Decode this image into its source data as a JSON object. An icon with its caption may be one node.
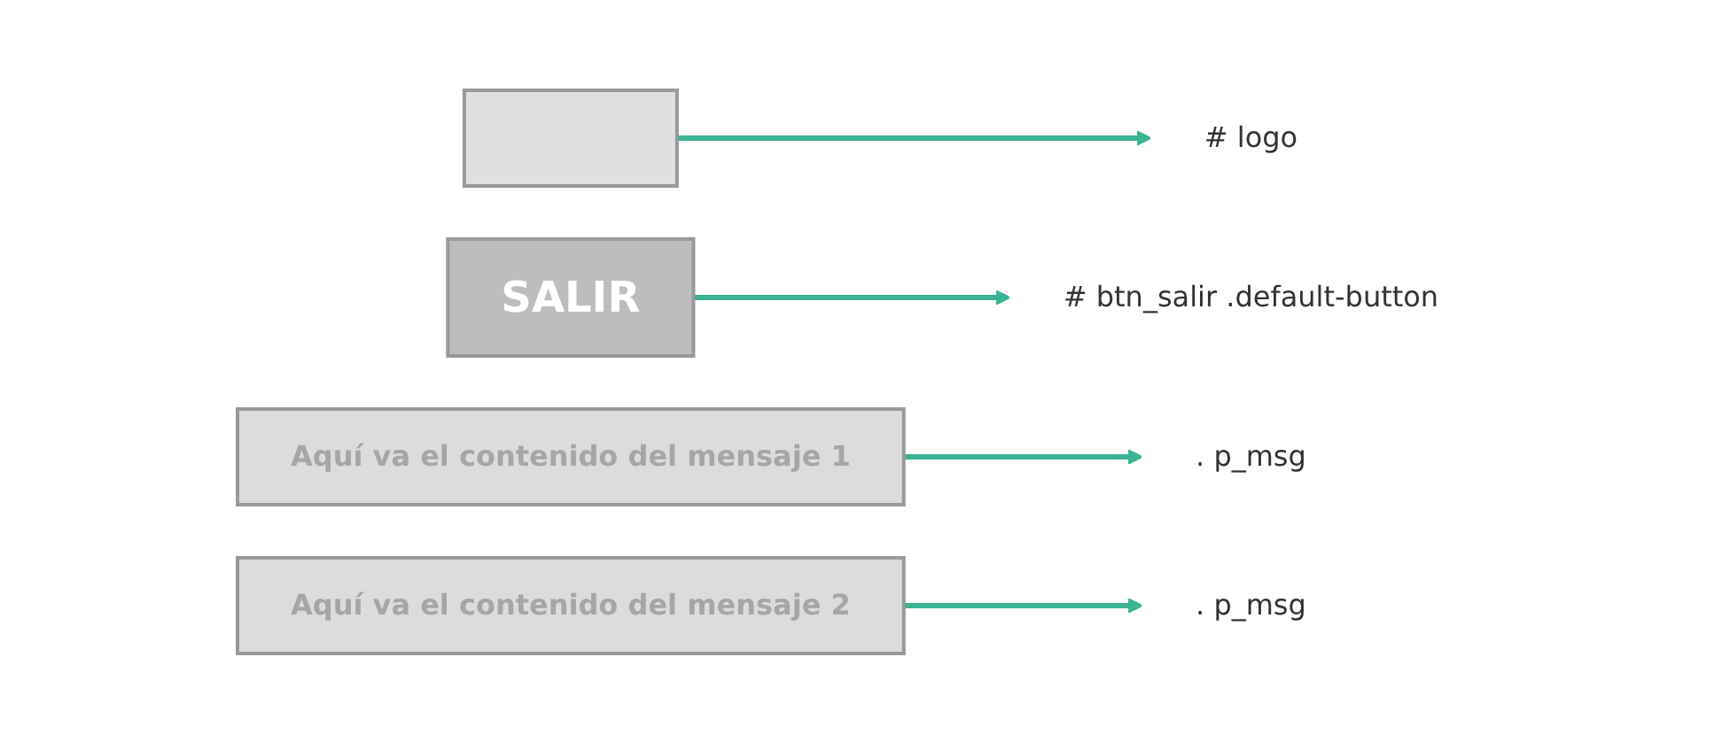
{
  "diagram": {
    "nodes": [
      {
        "text": [],
        "shape": "picture"
      },
      {
        "text": [
          "# logo"
        ]
      },
      {
        "text": [
          "SALIR"
        ]
      },
      {
        "text": [
          "# btn_salir .default-button"
        ]
      },
      {
        "text": [
          "Aquí va el contenido del mensaje 1"
        ]
      },
      {
        "text": [
          ". p_msg"
        ]
      },
      {
        "text": [
          "Aquí va el contenido del mensaje 2"
        ]
      },
      {
        "text": [
          ". p_msg"
        ]
      }
    ],
    "edges": [
      {
        "from": 0,
        "to": 1,
        "arrow": "to"
      },
      {
        "from": 2,
        "to": 3,
        "arrow": "to"
      },
      {
        "from": 4,
        "to": 5,
        "arrow": "to"
      },
      {
        "from": 6,
        "to": 7,
        "arrow": "to"
      }
    ]
  }
}
